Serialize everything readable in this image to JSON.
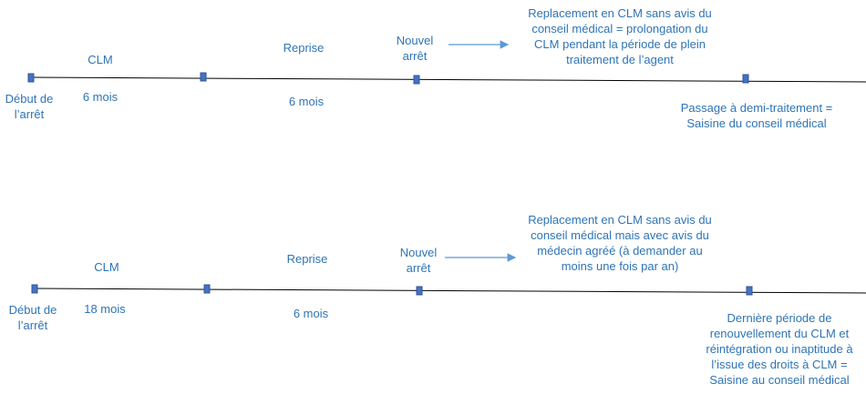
{
  "timeline1": {
    "clm_label": "CLM",
    "clm_duration": "6 mois",
    "start_label": "Début de\nl’arrêt",
    "reprise_label": "Reprise",
    "reprise_duration": "6 mois",
    "nouvel_arret_label": "Nouvel\narrêt",
    "replacement_note": "Replacement en CLM sans avis du\nconseil médical = prolongation du\nCLM pendant la période de plein\ntraitement de l’agent",
    "end_note": "Passage à demi-traitement =\nSaisine du conseil médical"
  },
  "timeline2": {
    "clm_label": "CLM",
    "clm_duration": "18 mois",
    "start_label": "Début de\nl’arrêt",
    "reprise_label": "Reprise",
    "reprise_duration": "6 mois",
    "nouvel_arret_label": "Nouvel\narrêt",
    "replacement_note": "Replacement en CLM sans avis du\nconseil médical mais avec avis du\nmédecin agréé (à demander au\nmoins une fois par an)",
    "end_note": "Dernière période de\nrenouvellement du CLM et\nréintégration ou inaptitude à\nl’issue des droits à CLM =\nSaisine au conseil médical"
  },
  "colors": {
    "text": "#2e74b5",
    "marker_fill": "#4472c4",
    "marker_stroke": "#2f5597",
    "line": "#000000",
    "arrow": "#5b9bd5"
  }
}
